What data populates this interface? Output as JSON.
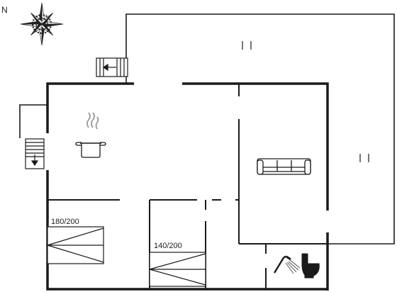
{
  "compass": {
    "north_label": "N"
  },
  "bedrooms": [
    {
      "bed_size": "180/200"
    },
    {
      "bed_size": "140/200"
    }
  ],
  "colors": {
    "line": "#1a1a1a",
    "background": "#ffffff"
  },
  "icons": [
    "compass-rose-icon",
    "stairs-icon",
    "cooking-pot-icon",
    "sofa-icon",
    "shower-icon",
    "toilet-icon"
  ]
}
